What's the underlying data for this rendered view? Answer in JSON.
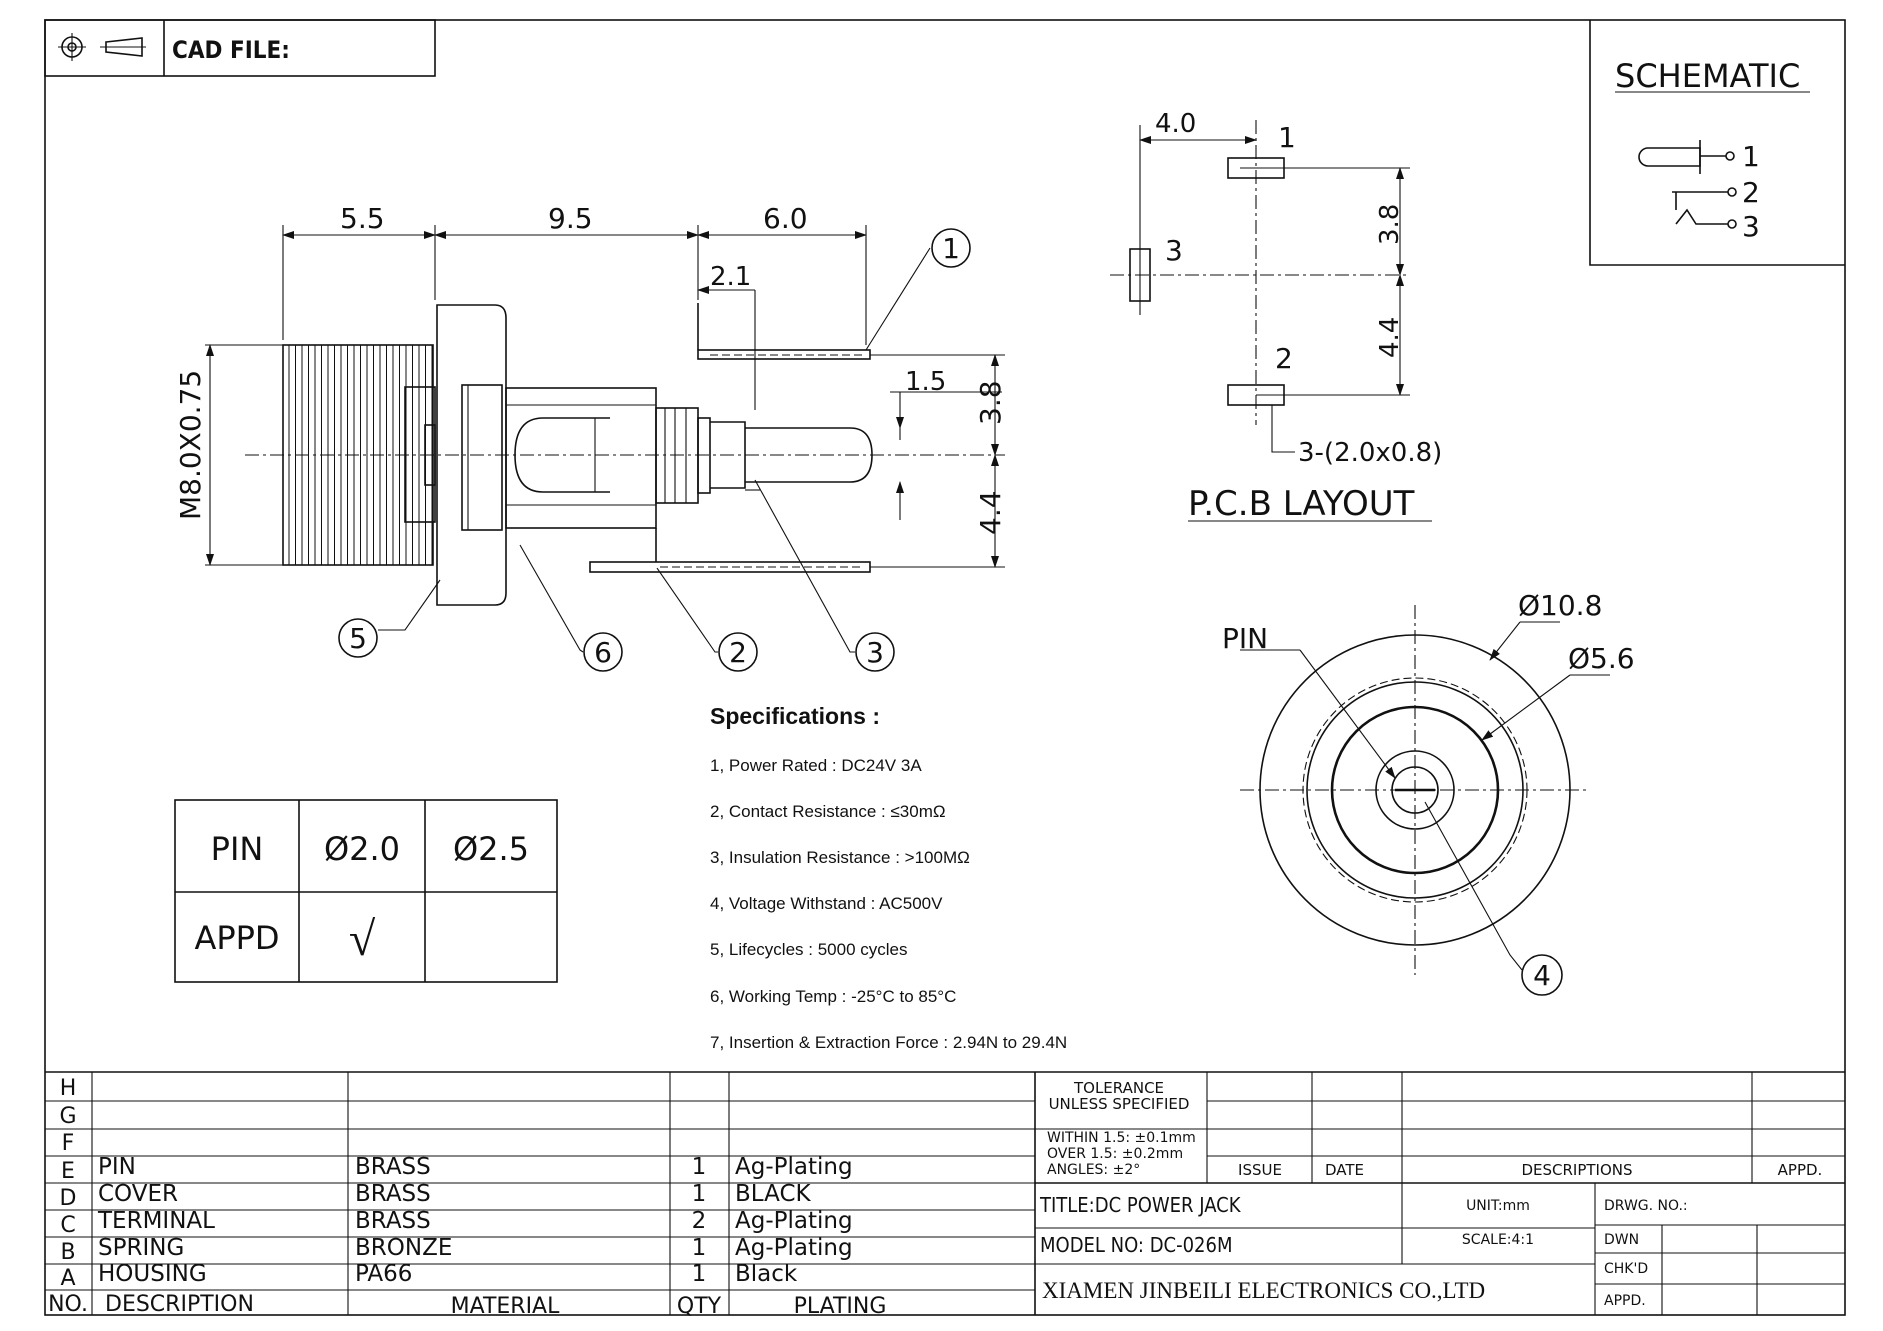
{
  "header": {
    "cad_file_label": "CAD FILE:"
  },
  "schematic": {
    "title": "SCHEMATIC",
    "pins": [
      "1",
      "2",
      "3"
    ]
  },
  "side_view": {
    "dims": {
      "d1": "5.5",
      "d2": "9.5",
      "d3": "6.0",
      "d4": "2.1",
      "d5": "1.5",
      "d6": "3.8",
      "d7": "4.4"
    },
    "thread_label": "M8.0X0.75",
    "callouts": [
      "1",
      "2",
      "3",
      "5",
      "6"
    ]
  },
  "pcb_layout": {
    "title": "P.C.B LAYOUT",
    "dims": {
      "d1": "4.0",
      "d2": "3.8",
      "d3": "4.4"
    },
    "hole_note": "3-(2.0x0.8)",
    "pins": [
      "1",
      "2",
      "3"
    ]
  },
  "front_view": {
    "outer_dia": "Ø10.8",
    "inner_dia": "Ø5.6",
    "pin_label": "PIN",
    "callout": "4"
  },
  "pin_table": {
    "row1": [
      "PIN",
      "Ø2.0",
      "Ø2.5"
    ],
    "row2": [
      "APPD",
      "√",
      ""
    ]
  },
  "specifications": {
    "title": "Specifications :",
    "items": [
      "1, Power Rated : DC24V 3A",
      "2, Contact Resistance : ≤30mΩ",
      "3, Insulation Resistance : >100MΩ",
      "4, Voltage Withstand : AC500V",
      "5, Lifecycles : 5000 cycles",
      "6, Working Temp : -25°C to 85°C",
      "7,  Insertion & Extraction Force : 2.94N to 29.4N"
    ]
  },
  "bom": {
    "row_letters": [
      "H",
      "G",
      "F",
      "E",
      "D",
      "C",
      "B",
      "A"
    ],
    "parts": [
      {
        "letter": "E",
        "description": "PIN",
        "material": "BRASS",
        "qty": "1",
        "plating": "Ag-Plating"
      },
      {
        "letter": "D",
        "description": "COVER",
        "material": "BRASS",
        "qty": "1",
        "plating": "BLACK"
      },
      {
        "letter": "C",
        "description": "TERMINAL",
        "material": "BRASS",
        "qty": "2",
        "plating": "Ag-Plating"
      },
      {
        "letter": "B",
        "description": "SPRING",
        "material": "BRONZE",
        "qty": "1",
        "plating": "Ag-Plating"
      },
      {
        "letter": "A",
        "description": "HOUSING",
        "material": "PA66",
        "qty": "1",
        "plating": "Black"
      }
    ],
    "headers": {
      "no": "NO.",
      "description": "DESCRIPTION",
      "material": "MATERIAL",
      "qty": "QTY",
      "plating": "PLATING"
    }
  },
  "title_block": {
    "tolerance_title_1": "TOLERANCE",
    "tolerance_title_2": "UNLESS SPECIFIED",
    "tolerance_1": "WITHIN 1.5: ±0.1mm",
    "tolerance_2": "OVER 1.5:  ±0.2mm",
    "tolerance_3": "ANGLES: ±2°",
    "issue": "ISSUE",
    "date": "DATE",
    "descriptions": "DESCRIPTIONS",
    "appd_header": "APPD.",
    "title": "TITLE:DC  POWER  JACK",
    "unit": "UNIT:mm",
    "drwg_no": "DRWG. NO.:",
    "model": "MODEL  NO: DC-026M",
    "scale": "SCALE:4:1",
    "dwn": "DWN",
    "chkd": "CHK'D",
    "appd": "APPD.",
    "company": "XIAMEN JINBEILI ELECTRONICS CO.,LTD"
  }
}
